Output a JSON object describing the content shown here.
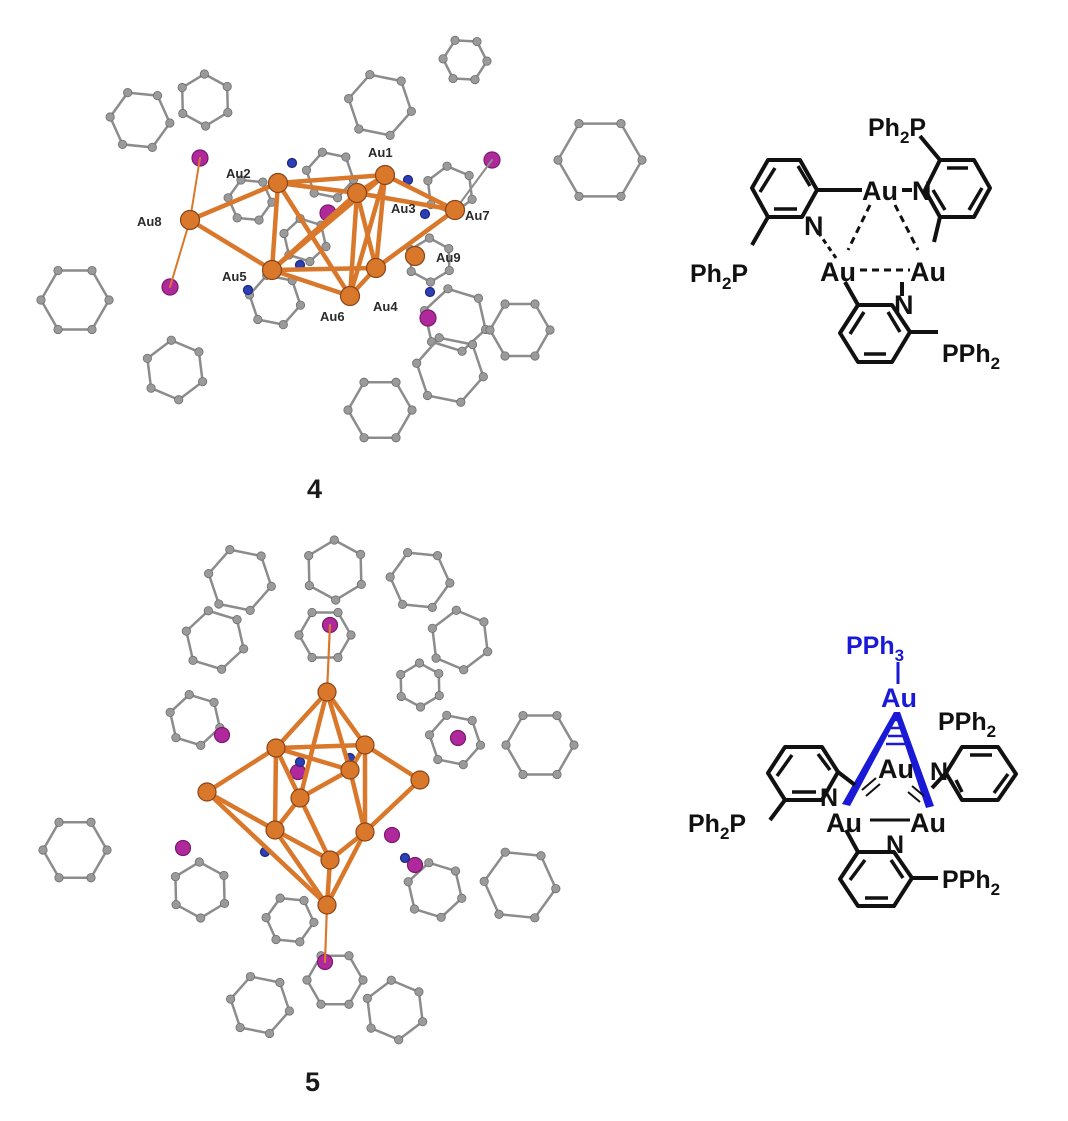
{
  "compound_4": {
    "number": "4",
    "atom_labels": [
      "Au1",
      "Au2",
      "Au3",
      "Au4",
      "Au5",
      "Au6",
      "Au7",
      "Au8",
      "Au9"
    ],
    "scheme": {
      "top_label": "Ph",
      "top_label_sub": "2",
      "top_label_end": "P",
      "left_label": "Ph",
      "left_label_sub": "2",
      "left_label_end": "P",
      "right_label": "PPh",
      "right_label_sub": "2",
      "atoms": [
        "Au",
        "Au",
        "Au",
        "N",
        "N",
        "N"
      ]
    }
  },
  "compound_5": {
    "number": "5",
    "scheme": {
      "apex_ligand": "PPh",
      "apex_ligand_sub": "3",
      "apex_atom": "Au",
      "center_atom": "Au",
      "base_atoms": [
        "Au",
        "Au"
      ],
      "right_top_label": "PPh",
      "right_top_label_sub": "2",
      "left_label": "Ph",
      "left_label_sub": "2",
      "left_label_end": "P",
      "right_bottom_label": "PPh",
      "right_bottom_label_sub": "2",
      "n_atoms": [
        "N",
        "N",
        "N"
      ]
    }
  },
  "colors": {
    "gold": "#d9782b",
    "gold_dark": "#8a4418",
    "phosphorus": "#b0299c",
    "nitrogen": "#2c3fb4",
    "carbon": "#9a9a9a",
    "bond": "#8c8c8c",
    "scheme_black": "#111111",
    "scheme_blue": "#1a1ad6"
  },
  "icons": [
    "crystal-structure-4",
    "crystal-structure-5",
    "scheme-4",
    "scheme-5"
  ]
}
